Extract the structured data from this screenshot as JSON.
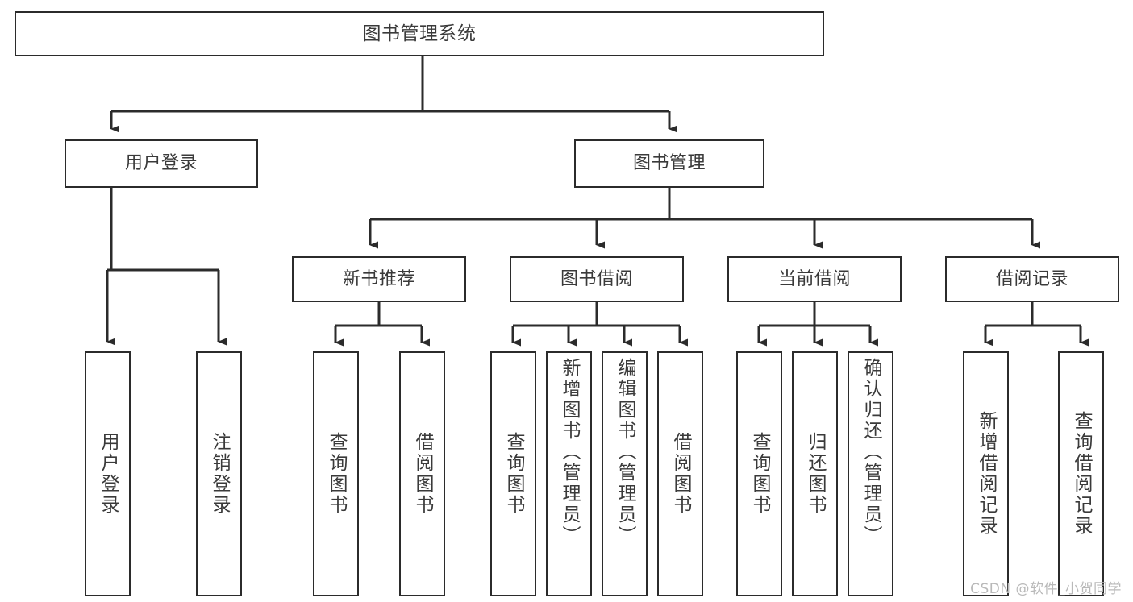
{
  "diagram": {
    "title": "图书管理系统",
    "type": "tree-hierarchy",
    "stroke_color": "#2b2b2b",
    "text_color": "#3a3a3a",
    "background_color": "#ffffff"
  },
  "nodes": {
    "root": {
      "label": "图书管理系统",
      "level": 1
    },
    "level2": [
      {
        "label": "用户登录",
        "level": 2
      },
      {
        "label": "图书管理",
        "level": 2
      }
    ],
    "level3": [
      {
        "label": "新书推荐",
        "level": 3
      },
      {
        "label": "图书借阅",
        "level": 3
      },
      {
        "label": "当前借阅",
        "level": 3
      },
      {
        "label": "借阅记录",
        "level": 3
      }
    ],
    "leaves": [
      {
        "label": "用户登录",
        "parent": "用户登录"
      },
      {
        "label": "注销登录",
        "parent": "用户登录"
      },
      {
        "label": "查询图书",
        "parent": "新书推荐"
      },
      {
        "label": "借阅图书",
        "parent": "新书推荐"
      },
      {
        "label": "查询图书",
        "parent": "图书借阅"
      },
      {
        "label": "新增图书（管理员）",
        "parent": "图书借阅"
      },
      {
        "label": "编辑图书（管理员）",
        "parent": "图书借阅"
      },
      {
        "label": "借阅图书",
        "parent": "图书借阅"
      },
      {
        "label": "查询图书",
        "parent": "当前借阅"
      },
      {
        "label": "归还图书",
        "parent": "当前借阅"
      },
      {
        "label": "确认归还（管理员）",
        "parent": "当前借阅"
      },
      {
        "label": "新增借阅记录",
        "parent": "借阅记录"
      },
      {
        "label": "查询借阅记录",
        "parent": "借阅记录"
      }
    ]
  },
  "watermark": {
    "text": "CSDN @软件_小贺同学"
  }
}
